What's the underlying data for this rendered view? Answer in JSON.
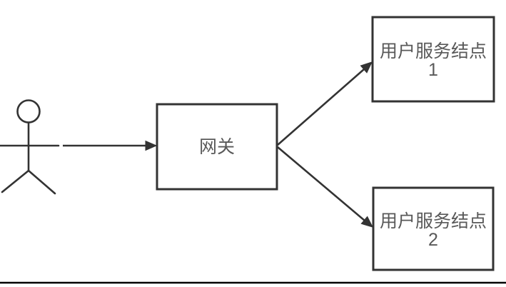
{
  "diagram": {
    "title": "gateway-routing-diagram",
    "actor": {
      "role": "user"
    },
    "nodes": {
      "gateway": {
        "label": "网关"
      },
      "service_node_1": {
        "label": "用户服务结点",
        "number": "1"
      },
      "service_node_2": {
        "label": "用户服务结点",
        "number": "2"
      }
    },
    "connectors": [
      {
        "from": "user",
        "to": "gateway",
        "style": "arrow"
      },
      {
        "from": "gateway",
        "to": "service_node_1",
        "style": "arrow"
      },
      {
        "from": "gateway",
        "to": "service_node_2",
        "style": "arrow"
      }
    ],
    "colors": {
      "shape_stroke": "#333333",
      "label_text": "#595959",
      "bottom_rule": "#000000",
      "background": "#ffffff"
    }
  }
}
